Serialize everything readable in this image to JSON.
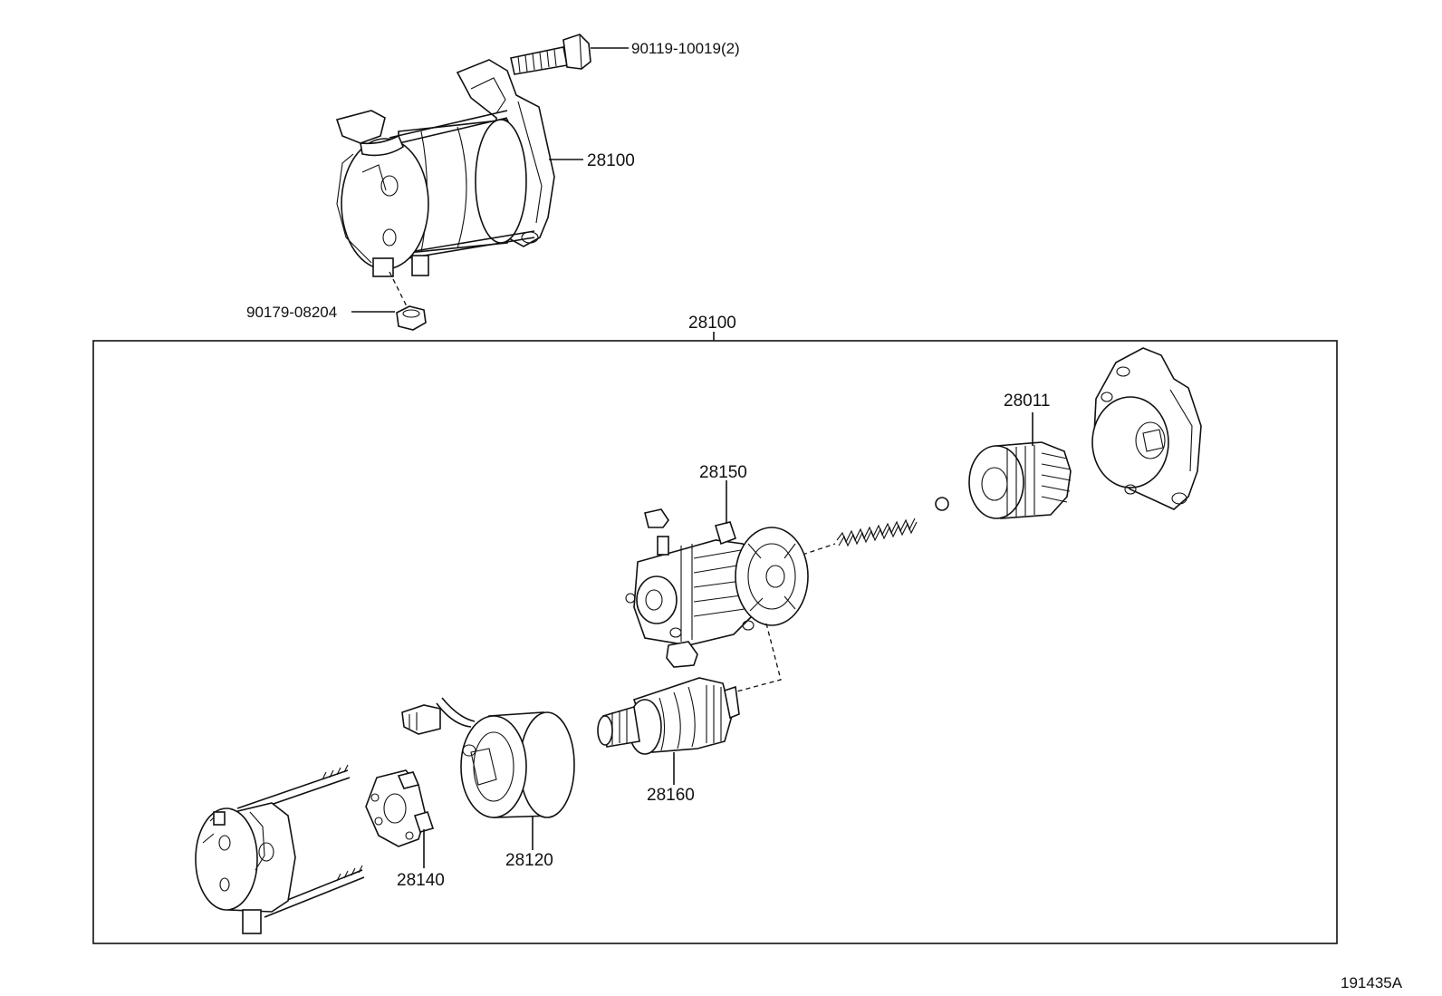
{
  "diagram": {
    "drawing_number": "191435A",
    "assembly_box_label": "28100",
    "parts": [
      {
        "id": "bolt",
        "number": "90119-10019(2)"
      },
      {
        "id": "starter-assembly",
        "number": "28100"
      },
      {
        "id": "nut",
        "number": "90179-08204"
      },
      {
        "id": "starter-clutch",
        "number": "28011"
      },
      {
        "id": "magnetic-switch",
        "number": "28150"
      },
      {
        "id": "armature",
        "number": "28160"
      },
      {
        "id": "yoke",
        "number": "28120"
      },
      {
        "id": "brush-holder",
        "number": "28140"
      }
    ]
  }
}
